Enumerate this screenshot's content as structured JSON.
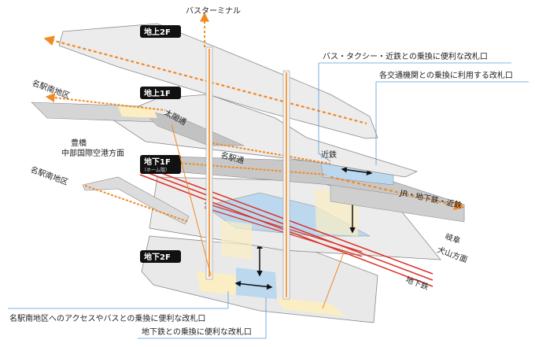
{
  "floors": {
    "f2": "地上2F",
    "f1": "地上1F",
    "b1": "地下1F",
    "b1_sub": "（ホーム階）",
    "b2": "地下2F"
  },
  "labels": {
    "bus_terminal": "バスターミナル",
    "south_area_top": "名駅南地区",
    "taiko": "太閤通",
    "toyohashi_1": "豊橋",
    "toyohashi_2": "中部国際空港方面",
    "south_area_mid": "名駅南地区",
    "meieki_dori": "名駅通",
    "kintetsu": "近鉄",
    "jr_line": "JR・地下鉄・近鉄",
    "gifu_1": "岐阜",
    "gifu_2": "犬山方面",
    "subway": "地下鉄"
  },
  "callouts": {
    "gate_bus_taxi": "バス・タクシー・近鉄との乗換に便利な改札口",
    "gate_all": "各交通機関との乗換に利用する改札口",
    "gate_south_access": "名駅南地区へのアクセスやバスとの乗換に便利な改札口",
    "gate_subway": "地下鉄との乗換に便利な改札口"
  },
  "colors": {
    "floor_fill": "#e9e9e9",
    "floor_top": "#f3f3f3",
    "floor_edge": "#8a8a8a",
    "road": "#c8c8c8",
    "orange": "#f08a24",
    "gate_blue": "#bcd8ee",
    "gate_yellow": "#fbeec2",
    "rail_red": "#d9342a",
    "badge": "#111111",
    "callout_line": "#5b9bd5"
  }
}
